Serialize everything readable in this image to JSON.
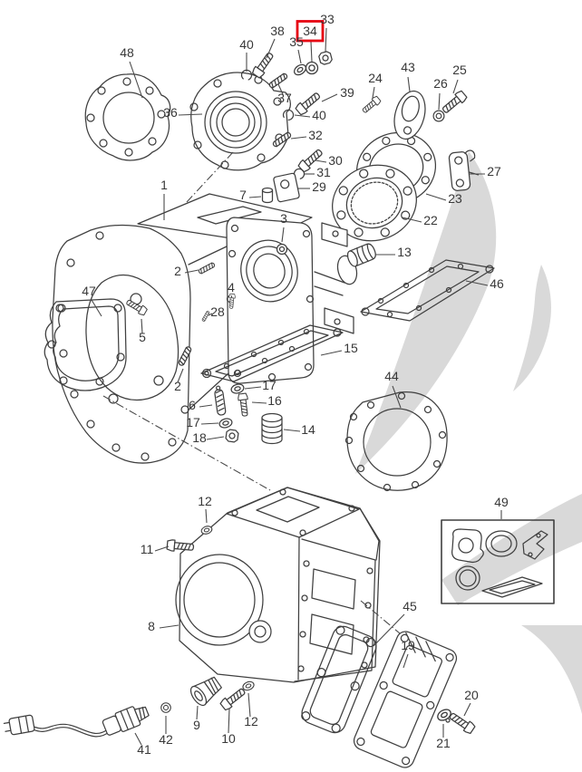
{
  "diagram": {
    "title": "Exploded parts diagram",
    "highlighted_callout": "34",
    "highlight_box_color": "#e60012",
    "line_color": "#3f3f3f",
    "leader_color": "#4a4a4a",
    "label_color": "#383838",
    "watermark_color": "#d9d9d9",
    "background_color": "#ffffff"
  },
  "callouts": [
    "48",
    "40",
    "38",
    "35",
    "34",
    "33",
    "36",
    "37",
    "39",
    "40",
    "32",
    "24",
    "43",
    "26",
    "25",
    "27",
    "30",
    "31",
    "29",
    "23",
    "22",
    "7",
    "1",
    "3",
    "2",
    "13",
    "46",
    "4",
    "47",
    "5",
    "28",
    "15",
    "2",
    "17",
    "16",
    "6",
    "17",
    "18",
    "14",
    "44",
    "49",
    "12",
    "11",
    "8",
    "41",
    "42",
    "9",
    "10",
    "12",
    "45",
    "19",
    "20",
    "21"
  ]
}
